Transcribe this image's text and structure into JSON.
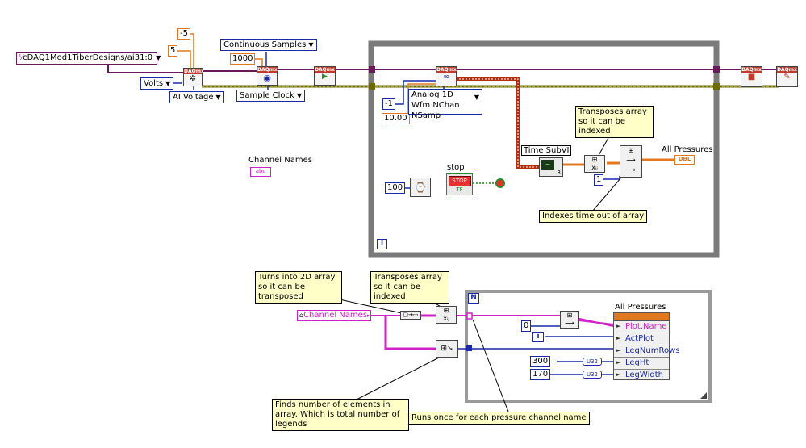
{
  "controls": {
    "physical_channel": "cDAQ1Mod1TiberDesigns/ai31:0",
    "min_val": "-5",
    "max_val": "5",
    "units": "Volts",
    "ai_type": "AI Voltage",
    "sample_mode": "Continuous Samples",
    "rate": "1000",
    "timing": "Sample Clock",
    "num_channels": "-1",
    "timeout": "10.00",
    "read_mode": "Analog 1D Wfm NChan NSamp",
    "wait_ms": "100",
    "index_const": "1",
    "zero_const": "0",
    "leg_ht": "300",
    "leg_width": "170"
  },
  "labels": {
    "channel_names": "Channel Names",
    "channel_names_ctrl": "Channel Names",
    "stop": "stop",
    "stop_button": "STOP",
    "time_subvi": "Time SubVI",
    "all_pressures_1": "All Pressures",
    "all_pressures_2": "All Pressures",
    "dbl": "DBL",
    "abc": "abc",
    "u32_1": "U32",
    "u32_2": "U32",
    "loop_i_while": "i",
    "loop_i_for": "i",
    "loop_n": "N",
    "subvi_count": "3",
    "daq": "DAQmx",
    "tf": "TF"
  },
  "properties": [
    "Plot.Name",
    "ActPlot",
    "LegNumRows",
    "LegHt",
    "LegWidth"
  ],
  "notes": {
    "transpose_top": "Transposes array so it can be indexed",
    "index_time": "Indexes time out of array",
    "turns_2d": "Turns into 2D array so it can be transposed",
    "transpose_bottom": "Transposes array so it can be indexed",
    "finds_number": "Finds number of elements in array. Which is total number of legends",
    "runs_once": "Runs once for each pressure channel name"
  },
  "colors": {
    "wire_orange": "#e07820",
    "wire_blue": "#1a2aa8",
    "wire_pink": "#d020c8",
    "wire_olive": "#6b6b00",
    "wire_daq": "#6a1a5a",
    "loop_frame": "#7a7a7a",
    "note_bg": "#ffffc8"
  }
}
